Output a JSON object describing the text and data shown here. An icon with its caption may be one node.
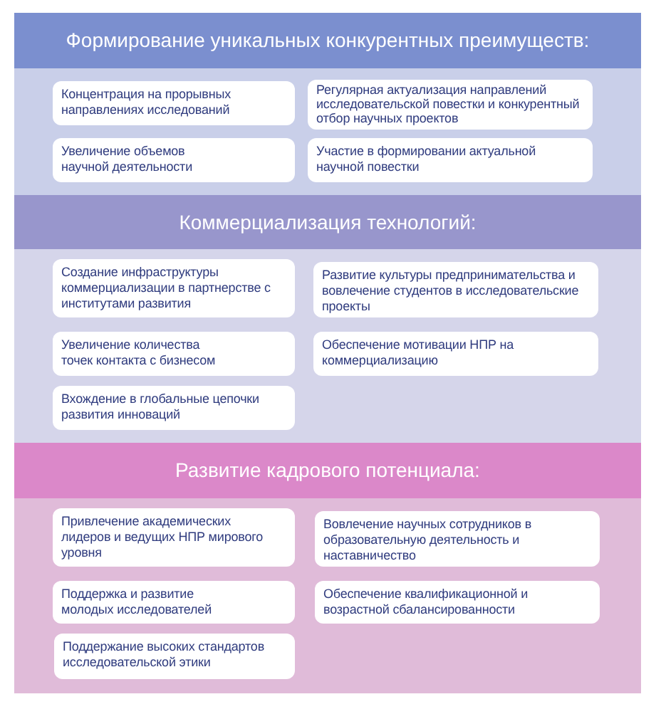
{
  "diagram": {
    "nodes": [
      {
        "text": [
          "Формирование уникальных конкурентных преимуществ:"
        ]
      },
      {
        "text": [
          "Концентрация на прорывных направлениях исследований"
        ],
        "in": 0
      },
      {
        "text": [
          "Регулярная актуализация направлений исследовательской повестки и конкурентный отбор научных проектов"
        ],
        "in": 0
      },
      {
        "text": [
          "Увеличение объемов научной деятельности"
        ],
        "in": 0
      },
      {
        "text": [
          "Участие в формировании актуальной научной повестки"
        ],
        "in": 0
      },
      {
        "text": [
          "Коммерциализация технологий:"
        ]
      },
      {
        "text": [
          "Создание инфраструктуры коммерциализации в партнерстве с институтами развития"
        ],
        "in": 5
      },
      {
        "text": [
          "Развитие культуры предпринимательства и вовлечение студентов в исследовательские проекты"
        ],
        "in": 5
      },
      {
        "text": [
          "Увеличение количества точек контакта с бизнесом"
        ],
        "in": 5
      },
      {
        "text": [
          "Обеспечение мотивации НПР на коммерциализацию"
        ],
        "in": 5
      },
      {
        "text": [
          "Вхождение в глобальные цепочки развития инноваций"
        ],
        "in": 5
      },
      {
        "text": [
          "Развитие кадрового потенциала:"
        ]
      },
      {
        "text": [
          "Привлечение академических лидеров и ведущих НПР мирового уровня"
        ],
        "in": 11
      },
      {
        "text": [
          "Вовлечение научных сотрудников в образовательную деятельность и наставничество"
        ],
        "in": 11
      },
      {
        "text": [
          "Поддержка и развитие молодых исследователей"
        ],
        "in": 11
      },
      {
        "text": [
          "Обеспечение квалификационной и возрастной сбалансированности"
        ],
        "in": 11
      },
      {
        "text": [
          "Поддержание высоких стандартов исследовательской этики"
        ],
        "in": 11
      }
    ]
  }
}
